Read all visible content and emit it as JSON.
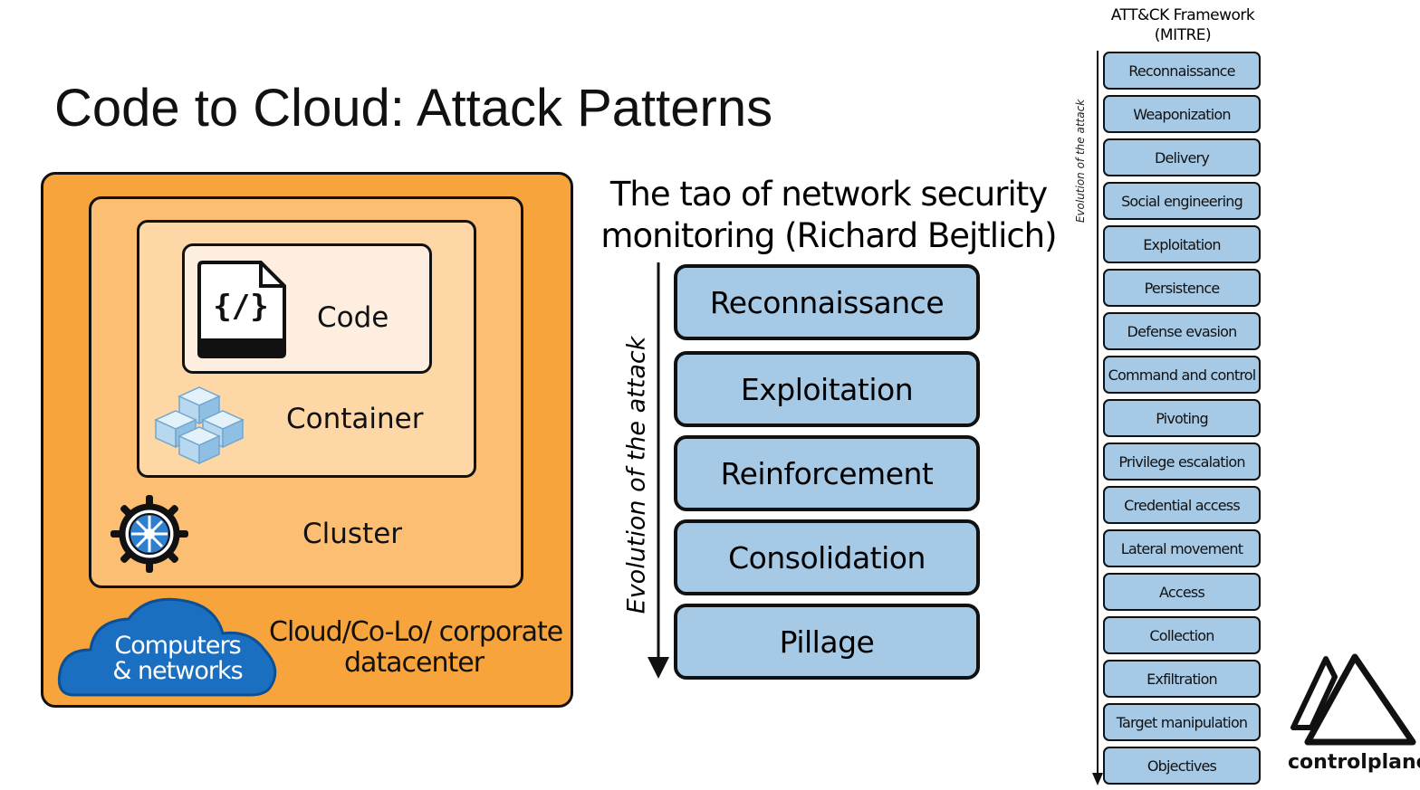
{
  "slide": {
    "title": "Code to Cloud: Attack Patterns"
  },
  "layers": {
    "code": "Code",
    "container": "Container",
    "cluster": "Cluster",
    "cloud_line1": "Computers",
    "cloud_line2": "& networks",
    "datacenter_line1": "Cloud/Co-Lo/ corporate",
    "datacenter_line2": "datacenter",
    "code_glyph": "{/}"
  },
  "tao": {
    "title_line1": "The tao of network security",
    "title_line2": "monitoring (Richard Bejtlich)",
    "axis_label": "Evolution of the attack",
    "stages": [
      "Reconnaissance",
      "Exploitation",
      "Reinforcement",
      "Consolidation",
      "Pillage"
    ]
  },
  "mitre": {
    "title_line1": "ATT&CK Framework",
    "title_line2": "(MITRE)",
    "axis_label": "Evolution of the attack",
    "stages": [
      "Reconnaissance",
      "Weaponization",
      "Delivery",
      "Social engineering",
      "Exploitation",
      "Persistence",
      "Defense evasion",
      "Command and control",
      "Pivoting",
      "Privilege escalation",
      "Credential access",
      "Lateral movement",
      "Access",
      "Collection",
      "Exfiltration",
      "Target manipulation",
      "Objectives"
    ]
  },
  "brand": {
    "name": "controlplane"
  },
  "colors": {
    "outer_orange": "#f7a43c",
    "box_blue": "#a6cae6",
    "cloud_blue": "#1a6fc0"
  }
}
